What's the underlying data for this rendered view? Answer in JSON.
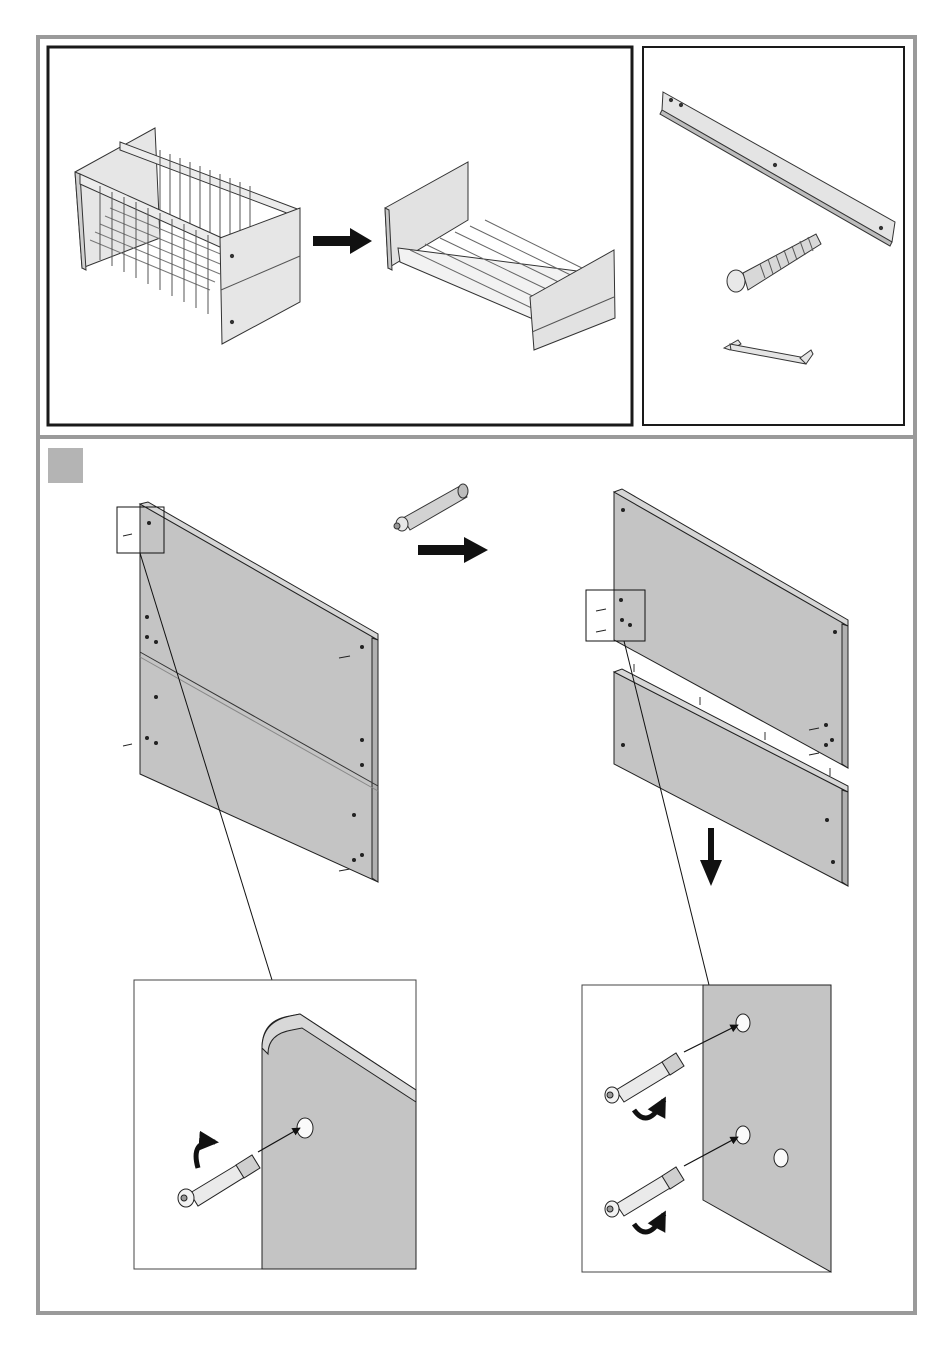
{
  "page": {
    "background": "#ffffff",
    "frame_color": "#9a9a9a",
    "panel_fill": "#c4c4c4",
    "line_color": "#1a1a1a",
    "step_badge_color": "#b4b4b4"
  },
  "overview": {
    "from_item": "crib-convertible",
    "to_item": "toddler-bed",
    "transition_icon": "arrow-right-icon"
  },
  "parts": {
    "items": [
      "rail",
      "bolt",
      "allen-key"
    ]
  },
  "step": {
    "badge_icon": "step-square",
    "fastener_icon": "cam-dowel-icon",
    "direction_icons": [
      "arrow-right-icon",
      "arrow-down-icon"
    ],
    "rotation_icon": "rotate-arrow-icon"
  }
}
